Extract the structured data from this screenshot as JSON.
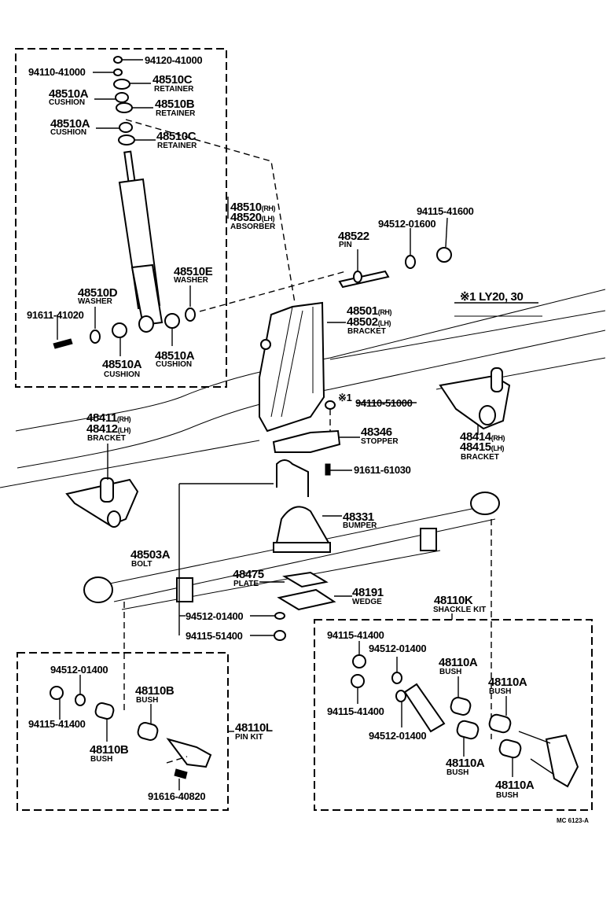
{
  "diagram": {
    "title": "Rear leaf spring suspension parts diagram",
    "reference_code": "MC 6123-A",
    "note": {
      "symbol": "※1",
      "text": "LY20, 30"
    },
    "groups": {
      "absorber_kit": {
        "parts": [
          {
            "number": "94120-41000",
            "name": ""
          },
          {
            "number": "94110-41000",
            "name": ""
          },
          {
            "number": "48510C",
            "name": "RETAINER"
          },
          {
            "number": "48510A",
            "name": "CUSHION"
          },
          {
            "number": "48510B",
            "name": "RETAINER"
          },
          {
            "number": "48510A",
            "name": "CUSHION"
          },
          {
            "number": "48510C",
            "name": "RETAINER"
          },
          {
            "number": "48510E",
            "name": "WASHER"
          },
          {
            "number": "48510D",
            "name": "WASHER"
          },
          {
            "number": "91611-41020",
            "name": ""
          },
          {
            "number": "48510A",
            "name": "CUSHION"
          },
          {
            "number": "48510A",
            "name": "CUSHION"
          }
        ]
      },
      "absorber": {
        "number_rh": "48510",
        "number_lh": "48520",
        "side_rh": "(RH)",
        "side_lh": "(LH)",
        "name": "ABSORBER"
      },
      "pin": {
        "number": "48522",
        "name": "PIN"
      },
      "pin_washer": {
        "number": "94512-01600"
      },
      "pin_nut": {
        "number": "94115-41600"
      },
      "bracket_upper": {
        "number_rh": "48501",
        "number_lh": "48502",
        "side_rh": "(RH)",
        "side_lh": "(LH)",
        "name": "BRACKET"
      },
      "stopper_nut": {
        "mark": "※1",
        "number": "94110-51000"
      },
      "stopper": {
        "number": "48346",
        "name": "STOPPER"
      },
      "stopper_bolt": {
        "number": "91611-61030"
      },
      "bracket_front": {
        "number_rh": "48411",
        "number_lh": "48412",
        "side_rh": "(RH)",
        "side_lh": "(LH)",
        "name": "BRACKET"
      },
      "bracket_rear": {
        "number_rh": "48414",
        "number_lh": "48415",
        "side_rh": "(RH)",
        "side_lh": "(LH)",
        "name": "BRACKET"
      },
      "bumper": {
        "number": "48331",
        "name": "BUMPER"
      },
      "u_bolt": {
        "number": "48503A",
        "name": "BOLT"
      },
      "plate": {
        "number": "48475",
        "name": "PLATE"
      },
      "wedge": {
        "number": "48191",
        "name": "WEDGE"
      },
      "u_bolt_washer": {
        "number": "94512-01400"
      },
      "u_bolt_nut": {
        "number": "94115-51400"
      },
      "shackle_kit": {
        "number": "48110K",
        "name": "SHACKLE KIT",
        "parts": [
          {
            "number": "94115-41400",
            "name": ""
          },
          {
            "number": "94512-01400",
            "name": ""
          },
          {
            "number": "94115-41400",
            "name": ""
          },
          {
            "number": "94512-01400",
            "name": ""
          },
          {
            "number": "48110A",
            "name": "BUSH"
          },
          {
            "number": "48110A",
            "name": "BUSH"
          },
          {
            "number": "48110A",
            "name": "BUSH"
          },
          {
            "number": "48110A",
            "name": "BUSH"
          }
        ]
      },
      "pin_kit": {
        "number": "48110L",
        "name": "PIN KIT",
        "parts": [
          {
            "number": "94512-01400",
            "name": ""
          },
          {
            "number": "94115-41400",
            "name": ""
          },
          {
            "number": "48110B",
            "name": "BUSH"
          },
          {
            "number": "48110B",
            "name": "BUSH"
          },
          {
            "number": "91616-40820",
            "name": ""
          }
        ]
      }
    }
  }
}
